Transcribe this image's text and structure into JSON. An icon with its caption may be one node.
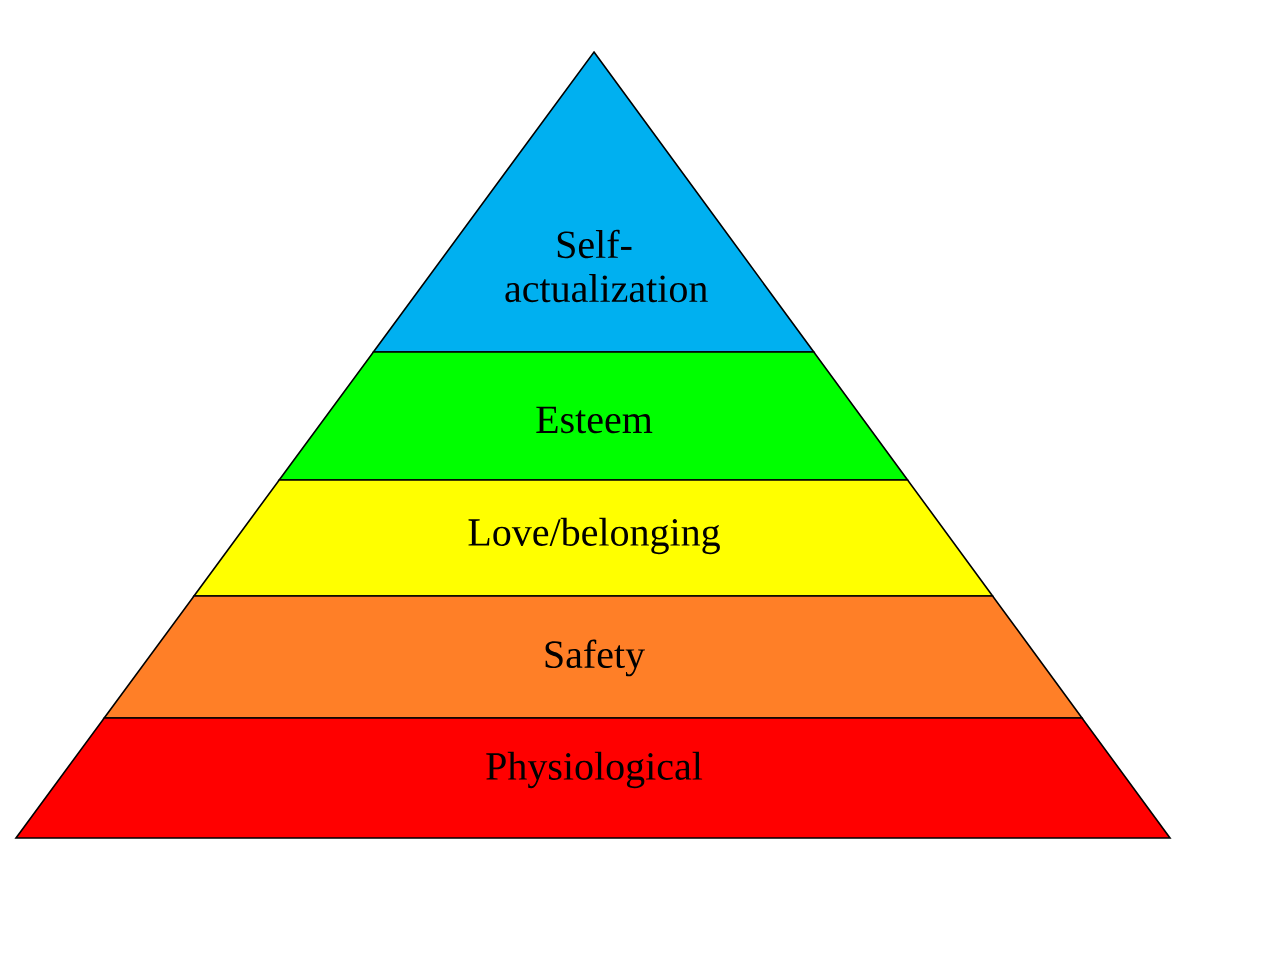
{
  "diagram": {
    "nodes": [
      {
        "text": [
          "Self-actualization"
        ]
      },
      {
        "text": [
          "Esteem"
        ]
      },
      {
        "text": [
          "Love/belonging"
        ]
      },
      {
        "text": [
          "Safety"
        ]
      },
      {
        "text": [
          "Physiological"
        ]
      }
    ]
  }
}
